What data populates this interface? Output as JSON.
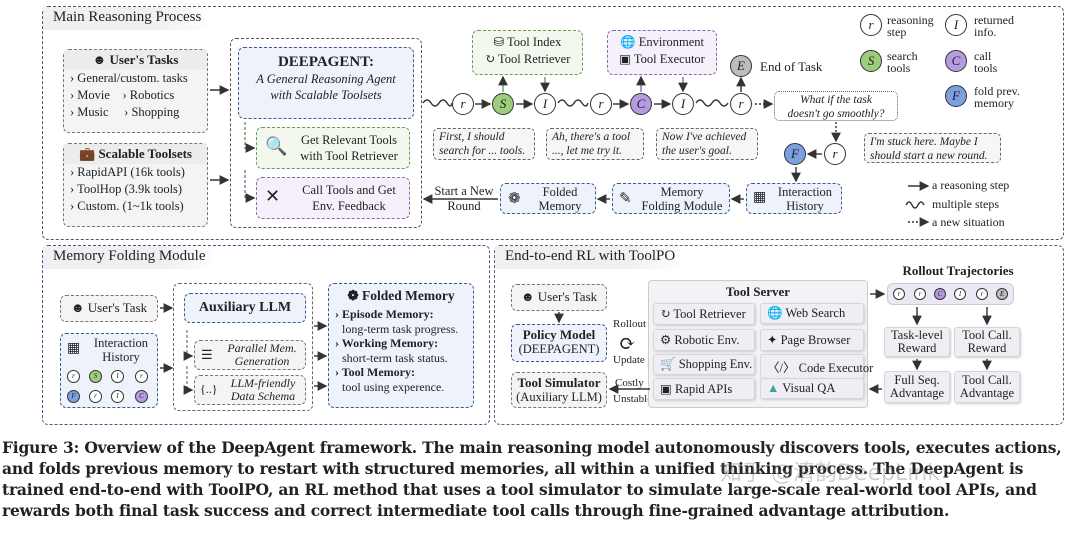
{
  "main_panel": {
    "title": "Main Reasoning Process",
    "users_tasks": {
      "header": "User's Tasks",
      "items": [
        "General/custom. tasks",
        "Movie",
        "Robotics",
        "Music",
        "Shopping"
      ]
    },
    "scalable_toolsets": {
      "header": "Scalable Toolsets",
      "items": [
        "RapidAPI (16k tools)",
        "ToolHop (3.9k tools)",
        "Custom. (1~1k tools)"
      ]
    },
    "deepagent": {
      "title": "DEEPAGENT:",
      "subtitle_line1": "A General Reasoning Agent",
      "subtitle_line2": "with Scalable Toolsets",
      "action1_line1": "Get Relevant Tools",
      "action1_line2": "with Tool Retriever",
      "action2_line1": "Call Tools and Get",
      "action2_line2": "Env. Feedback"
    },
    "tool_index_box": {
      "line1": "Tool Index",
      "line2": "Tool Retriever"
    },
    "environment_box": {
      "line1": "Environment",
      "line2": "Tool Executor"
    },
    "end_of_task": "End of Task",
    "chain_nodes": [
      "r",
      "S",
      "I",
      "r",
      "C",
      "I",
      "r"
    ],
    "end_node": "E",
    "bubbles": [
      {
        "line1": "First, I should",
        "line2": "search for ... tools."
      },
      {
        "line1": "Ah, there's a tool",
        "line2": "..., let me try it."
      },
      {
        "line1": "Now I've achieved",
        "line2": "the user's goal."
      }
    ],
    "what_if": {
      "line1": "What if the task",
      "line2": "doesn't go smoothly?"
    },
    "stuck": {
      "line1": "I'm stuck here. Maybe I",
      "line2": "should start a new round."
    },
    "fold_nodes": [
      "F",
      "r"
    ],
    "bottom_flow": {
      "start_new_line1": "Start a New",
      "start_new_line2": "Round",
      "folded_memory_line1": "Folded",
      "folded_memory_line2": "Memory",
      "memory_folding_line1": "Memory",
      "memory_folding_line2": "Folding Module",
      "interaction_history_line1": "Interaction",
      "interaction_history_line2": "History"
    },
    "legend": {
      "nodes": [
        {
          "symbol": "r",
          "line1": "reasoning",
          "line2": "step"
        },
        {
          "symbol": "I",
          "line1": "returned",
          "line2": "info."
        },
        {
          "symbol": "S",
          "line1": "search",
          "line2": "tools"
        },
        {
          "symbol": "C",
          "line1": "call",
          "line2": "tools"
        },
        {
          "symbol": "F",
          "line1": "fold prev.",
          "line2": "memory"
        }
      ],
      "arrows": [
        "a reasoning step",
        "multiple steps",
        "a new situation"
      ]
    }
  },
  "memory_panel": {
    "title": "Memory Folding Module",
    "users_task": "User's Task",
    "interaction_history_line1": "Interaction",
    "interaction_history_line2": "History",
    "history_row1": [
      "r",
      "S",
      "I",
      "r"
    ],
    "history_row2": [
      "F",
      "r",
      "I",
      "C"
    ],
    "auxiliary_llm": "Auxiliary LLM",
    "parallel_line1": "Parallel Mem.",
    "parallel_line2": "Generation",
    "schema_line1": "LLM-friendly",
    "schema_line2": "Data Schema",
    "folded_memory": {
      "header": "Folded Memory",
      "items": [
        {
          "title": "Episode Memory:",
          "desc": "long-term task progress."
        },
        {
          "title": "Working Memory:",
          "desc": "short-term task status."
        },
        {
          "title": "Tool Memory:",
          "desc": "tool using experence."
        }
      ]
    }
  },
  "rl_panel": {
    "title": "End-to-end RL with ToolPO",
    "users_task": "User's Task",
    "policy_line1": "Policy Model",
    "policy_line2": "(DEEPAGENT)",
    "rollout": "Rollout",
    "update": "Update",
    "simulator_line1": "Tool Simulator",
    "simulator_line2": "(Auxiliary LLM)",
    "costly": "Costly",
    "unstable": "Unstable",
    "tool_server": {
      "title": "Tool Server",
      "tools": [
        "Tool Retriever",
        "Web Search",
        "Robotic Env.",
        "Page Browser",
        "Shopping Env.",
        "Code Executor",
        "Rapid APIs",
        "Visual QA"
      ]
    },
    "rollout_trajectories": {
      "title": "Rollout Trajectories",
      "nodes": [
        "r",
        "r",
        "C",
        "I",
        "r",
        "E"
      ],
      "task_reward_line1": "Task-level",
      "task_reward_line2": "Reward",
      "tool_reward_line1": "Tool Call.",
      "tool_reward_line2": "Reward",
      "full_adv_line1": "Full Seq.",
      "full_adv_line2": "Advantage",
      "tool_adv_line1": "Tool Call.",
      "tool_adv_line2": "Advantage"
    }
  },
  "caption": "Figure 3: Overview of the DeepAgent framework. The main reasoning model autonomously discovers tools, executes actions, and folds previous memory to restart with structured memories, all within a unified thinking process. The DeepAgent is trained end-to-end with ToolPO, an RL method that uses a tool simulator to simulate large-scale real-world tool APIs, and rewards both final task success and correct intermediate tool calls through fine-grained advantage attribution.",
  "watermark": "知乎 @清韵DeepLink",
  "colors": {
    "search": "#9ccc7c",
    "call": "#b79be0",
    "fold": "#7b9fe0",
    "end": "#bdbdbd"
  }
}
